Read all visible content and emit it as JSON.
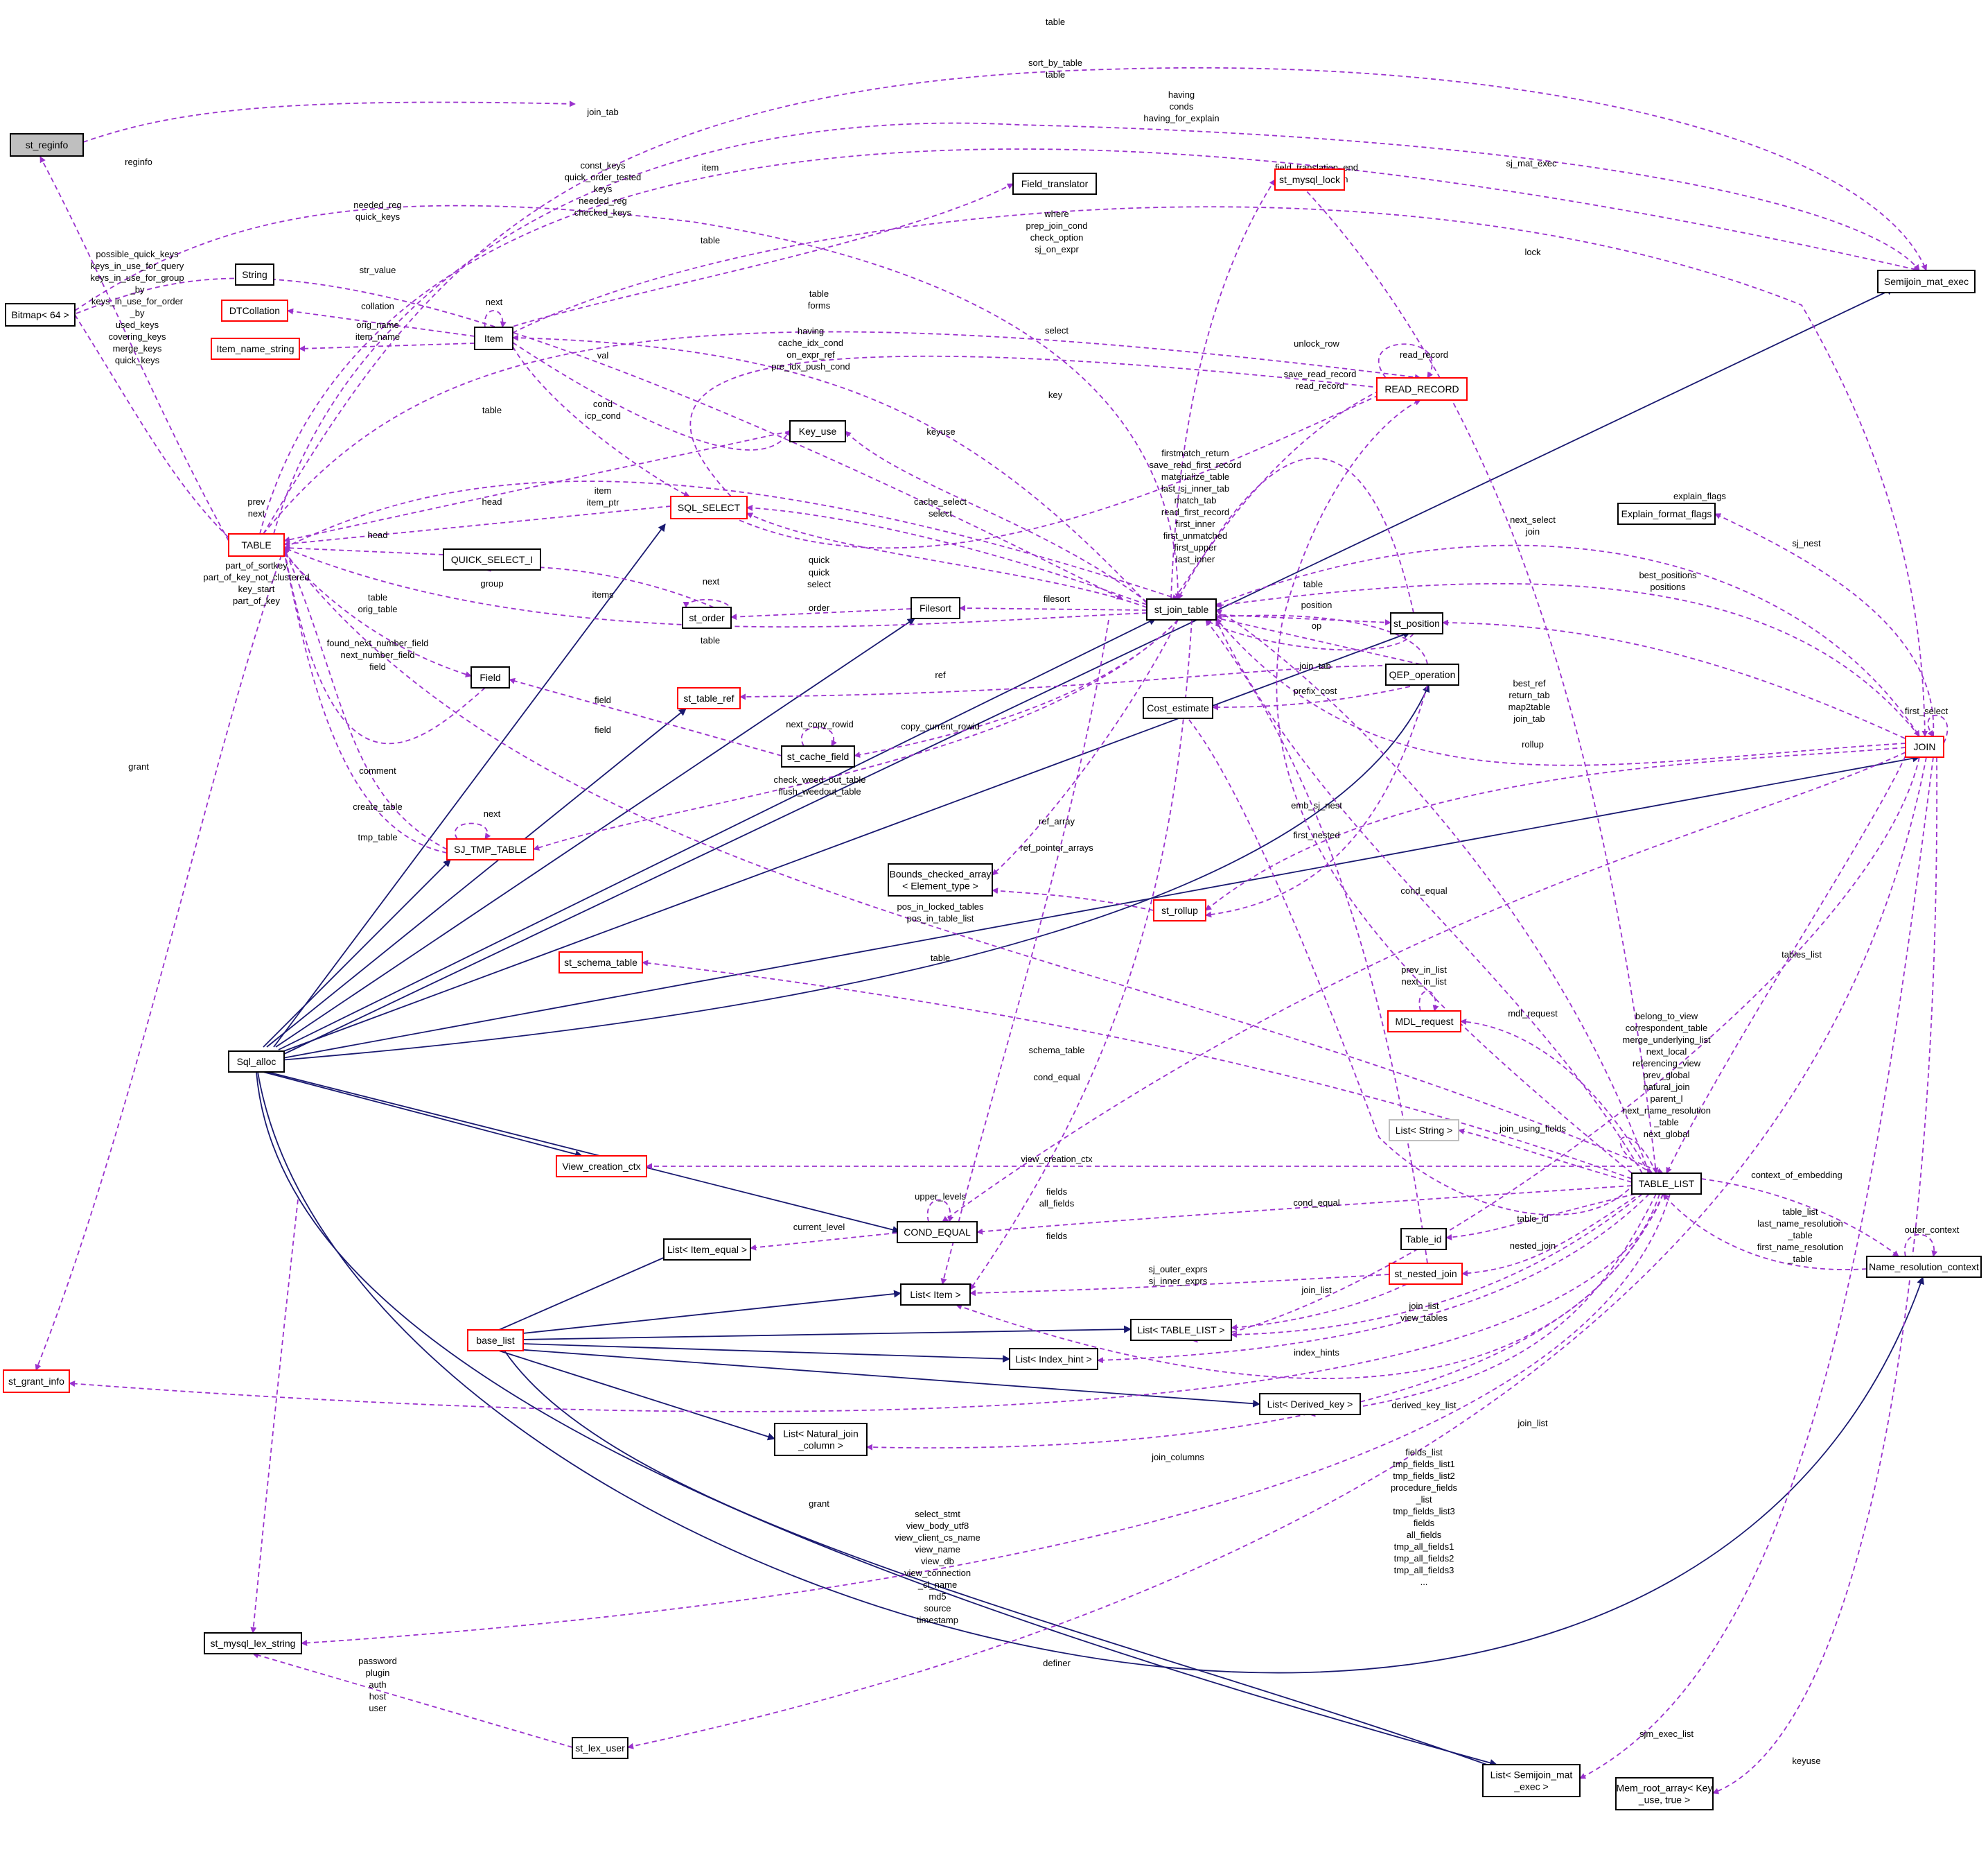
{
  "colors": {
    "normal_border": "#000000",
    "red_border": "#ff0000",
    "grey_border": "#bfbfbf",
    "highlight_fill": "#bfbfbf",
    "inherit_edge": "#191970",
    "use_edge": "#9a32cd"
  },
  "nodes": {
    "st_reginfo": {
      "label": "st_reginfo",
      "style": "highlight"
    },
    "bitmap": {
      "label": "Bitmap< 64 >",
      "style": "normal"
    },
    "string": {
      "label": "String",
      "style": "normal"
    },
    "dtcollation": {
      "label": "DTCollation",
      "style": "red"
    },
    "item_name_string": {
      "label": "Item_name_string",
      "style": "red"
    },
    "item": {
      "label": "Item",
      "style": "normal"
    },
    "field_translator": {
      "label": "Field_translator",
      "style": "normal"
    },
    "st_mysql_lock": {
      "label": "st_mysql_lock",
      "style": "red"
    },
    "semijoin_mat_exec": {
      "label": "Semijoin_mat_exec",
      "style": "normal"
    },
    "read_record": {
      "label": "READ_RECORD",
      "style": "red"
    },
    "key_use": {
      "label": "Key_use",
      "style": "normal"
    },
    "table": {
      "label": "TABLE",
      "style": "red"
    },
    "sql_select": {
      "label": "SQL_SELECT",
      "style": "red"
    },
    "quick_select_i": {
      "label": "QUICK_SELECT_I",
      "style": "normal"
    },
    "explain_format_flags": {
      "label": "Explain_format_flags",
      "style": "normal"
    },
    "st_order": {
      "label": "st_order",
      "style": "normal"
    },
    "filesort": {
      "label": "Filesort",
      "style": "normal"
    },
    "st_join_table": {
      "label": "st_join_table",
      "style": "normal"
    },
    "st_position": {
      "label": "st_position",
      "style": "normal"
    },
    "field": {
      "label": "Field",
      "style": "normal"
    },
    "st_table_ref": {
      "label": "st_table_ref",
      "style": "red"
    },
    "qep_operation": {
      "label": "QEP_operation",
      "style": "normal"
    },
    "cost_estimate": {
      "label": "Cost_estimate",
      "style": "normal"
    },
    "join": {
      "label": "JOIN",
      "style": "red"
    },
    "st_cache_field": {
      "label": "st_cache_field",
      "style": "normal"
    },
    "sj_tmp_table": {
      "label": "SJ_TMP_TABLE",
      "style": "red"
    },
    "bounds_checked_array": {
      "label": "Bounds_checked_array\n< Element_type >",
      "style": "normal"
    },
    "st_rollup": {
      "label": "st_rollup",
      "style": "red"
    },
    "st_schema_table": {
      "label": "st_schema_table",
      "style": "red"
    },
    "mdl_request": {
      "label": "MDL_request",
      "style": "red"
    },
    "sql_alloc": {
      "label": "Sql_alloc",
      "style": "normal"
    },
    "list_string": {
      "label": "List< String >",
      "style": "grey"
    },
    "view_creation_ctx": {
      "label": "View_creation_ctx",
      "style": "red"
    },
    "table_list": {
      "label": "TABLE_LIST",
      "style": "normal"
    },
    "cond_equal": {
      "label": "COND_EQUAL",
      "style": "normal"
    },
    "list_item_equal": {
      "label": "List< Item_equal >",
      "style": "normal"
    },
    "table_id": {
      "label": "Table_id",
      "style": "normal"
    },
    "st_nested_join": {
      "label": "st_nested_join",
      "style": "red"
    },
    "name_resolution_context": {
      "label": "Name_resolution_context",
      "style": "normal"
    },
    "list_item": {
      "label": "List< Item >",
      "style": "normal"
    },
    "list_table_list": {
      "label": "List< TABLE_LIST >",
      "style": "normal"
    },
    "base_list": {
      "label": "base_list",
      "style": "red"
    },
    "list_index_hint": {
      "label": "List< Index_hint >",
      "style": "normal"
    },
    "st_grant_info": {
      "label": "st_grant_info",
      "style": "red"
    },
    "list_derived_key": {
      "label": "List< Derived_key >",
      "style": "normal"
    },
    "list_natural_join_column": {
      "label": "List< Natural_join\n_column >",
      "style": "normal"
    },
    "st_mysql_lex_string": {
      "label": "st_mysql_lex_string",
      "style": "normal"
    },
    "st_lex_user": {
      "label": "st_lex_user",
      "style": "normal"
    },
    "list_semijoin_mat_exec": {
      "label": "List< Semijoin_mat\n_exec >",
      "style": "normal"
    },
    "mem_root_array": {
      "label": "Mem_root_array< Key\n_use, true >",
      "style": "normal"
    }
  },
  "edge_labels": {
    "table_top": "table",
    "sort_by_table": "sort_by_table\ntable",
    "having_conds": "having\nconds\nhaving_for_explain",
    "join_tab_top": "join_tab",
    "reginfo": "reginfo",
    "sj_mat_exec": "sj_mat_exec",
    "const_keys": "const_keys\nquick_order_tested\nkeys\nneeded_reg\nchecked_keys",
    "item_top": "item",
    "needed_reg": "needed_reg\nquick_keys",
    "field_translation": "field_translation_end\nfield_translation",
    "lock": "lock",
    "where": "where\nprep_join_cond\ncheck_option\nsj_on_expr",
    "table_mid": "table",
    "possible_quick_keys": "possible_quick_keys\nkeys_in_use_for_query\nkeys_in_use_for_group\n_by\nkeys_in_use_for_order\n_by\nused_keys\ncovering_keys\nmerge_keys\nquick_keys",
    "str_value": "str_value",
    "next_item": "next",
    "table_forms": "table\nforms",
    "collation": "collation",
    "orig_name": "orig_name\nitem_name",
    "select": "select",
    "unlock_row": "unlock_row",
    "read_record": "read_record",
    "having_cache": "having\ncache_idx_cond\non_expr_ref\npre_idx_push_cond",
    "save_read_record": "save_read_record\nread_record",
    "val": "val",
    "key": "key",
    "cond_icp": "cond\nicp_cond",
    "table_keyuse": "table",
    "keyuse_mid": "keyuse",
    "firstmatch": "firstmatch_return\nsave_read_first_record\nmaterialize_table\nlast_sj_inner_tab\nmatch_tab\nread_first_record\nfirst_inner\nfirst_unmatched\nfirst_upper\nlast_inner",
    "explain_flags": "explain_flags",
    "item_ptr": "item\nitem_ptr",
    "head_sql": "head",
    "prev_next": "prev\nnext",
    "cache_select": "cache_select\nselect",
    "next_select": "next_select\njoin",
    "sj_nest": "sj_nest",
    "head_quick": "head",
    "quick": "quick",
    "quick_select": "quick\nselect",
    "best_positions": "best_positions\npositions",
    "group": "group",
    "items": "items",
    "next_order": "next",
    "table_pos": "table",
    "part_of_sortkey": "part_of_sortkey\npart_of_key_not_clustered\nkey_start\npart_of_key",
    "order": "order",
    "filesort": "filesort",
    "position": "position",
    "table_orig": "table\norig_table",
    "table_low": "table",
    "op": "op",
    "found_next": "found_next_number_field\nnext_number_field\nfield",
    "join_tab_qep": "join_tab",
    "field_ref": "field",
    "ref": "ref",
    "best_ref": "best_ref\nreturn_tab\nmap2table\njoin_tab",
    "first_select": "first_select",
    "prefix_cost": "prefix_cost",
    "next_copy_rowid": "next_copy_rowid",
    "field_cache": "field",
    "copy_current_rowid": "copy_current_rowid",
    "rollup": "rollup",
    "grant": "grant",
    "comment": "comment",
    "check_weed": "check_weed_out_table\nflush_weedout_table",
    "next_sj": "next",
    "create_table": "create_table",
    "emb_sj_nest": "emb_sj_nest",
    "tmp_table": "tmp_table",
    "ref_array": "ref_array",
    "ref_pointer_arrays": "ref_pointer_arrays",
    "first_nested": "first_nested",
    "pos_in_locked": "pos_in_locked_tables\npos_in_table_list",
    "cond_equal_top": "cond_equal",
    "table_schema": "table",
    "tables_list": "tables_list",
    "prev_in_list": "prev_in_list\nnext_in_list",
    "mdl_request": "mdl_request",
    "belong_to_view": "belong_to_view\ncorrespondent_table\nmerge_underlying_list\nnext_local\nreferencing_view\nprev_global\nnatural_join\nparent_l\nnext_name_resolution\n_table\nnext_global",
    "schema_table": "schema_table",
    "cond_equal_mid": "cond_equal",
    "join_using_fields": "join_using_fields",
    "view_creation_ctx": "view_creation_ctx",
    "context_of_embedding": "context_of_embedding",
    "upper_levels": "upper_levels",
    "fields_all": "fields\nall_fields",
    "cond_equal_low": "cond_equal",
    "outer_context": "outer_context",
    "table_list_ctx": "table_list\nlast_name_resolution\n_table\nfirst_name_resolution\n_table",
    "current_level": "current_level",
    "table_id": "table_id",
    "fields_low": "fields",
    "nested_join": "nested_join",
    "sj_outer": "sj_outer_exprs\nsj_inner_exprs",
    "join_list": "join_list",
    "join_list_view": "join_list\nview_tables",
    "index_hints": "index_hints",
    "derived_key_list": "derived_key_list",
    "join_list_low": "join_list",
    "fields_list": "fields_list\ntmp_fields_list1\ntmp_fields_list2\nprocedure_fields\n_list\ntmp_fields_list3\nfields\nall_fields\ntmp_all_fields1\ntmp_all_fields2\ntmp_all_fields3\n...",
    "join_columns": "join_columns",
    "grant_low": "grant",
    "select_stmt": "select_stmt\nview_body_utf8\nview_client_cs_name\nview_name\nview_db\nview_connection\n_cl_name\nmd5\nsource\ntimestamp",
    "password": "password\nplugin\nauth\nhost\nuser",
    "definer": "definer",
    "sjm_exec_list": "sjm_exec_list",
    "keyuse_low": "keyuse"
  }
}
